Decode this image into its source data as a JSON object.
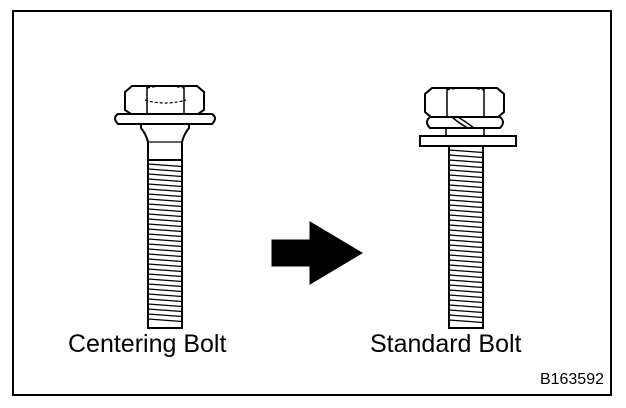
{
  "labels": {
    "left_bolt": "Centering Bolt",
    "right_bolt": "Standard Bolt"
  },
  "figure_code": "B163592",
  "arrow": {
    "direction": "right"
  },
  "colors": {
    "line": "#000000",
    "background": "#ffffff"
  }
}
